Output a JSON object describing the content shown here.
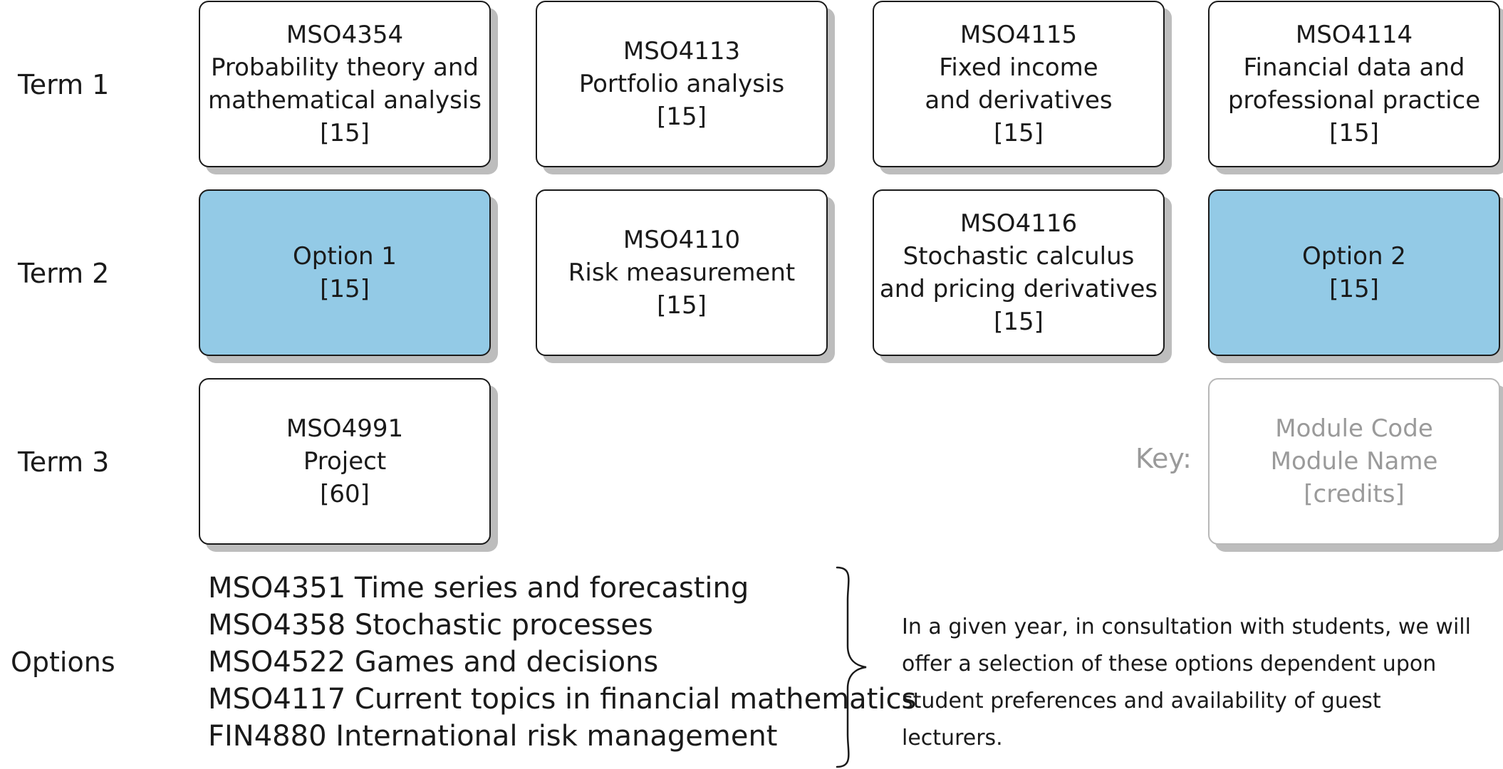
{
  "terms": [
    "Term 1",
    "Term 2",
    "Term 3"
  ],
  "modules": {
    "t1c1": {
      "code": "MSO4354",
      "name_line1": "Probability theory and",
      "name_line2": "mathematical analysis",
      "credits": "[15]"
    },
    "t1c2": {
      "code": "MSO4113",
      "name": "Portfolio analysis",
      "credits": "[15]"
    },
    "t1c3": {
      "code": "MSO4115",
      "name_line1": "Fixed income",
      "name_line2": "and derivatives",
      "credits": "[15]"
    },
    "t1c4": {
      "code": "MSO4114",
      "name_line1": "Financial data and",
      "name_line2": "professional practice",
      "credits": "[15]"
    },
    "t2c1": {
      "name": "Option 1",
      "credits": "[15]"
    },
    "t2c2": {
      "code": "MSO4110",
      "name": "Risk measurement",
      "credits": "[15]"
    },
    "t2c3": {
      "code": "MSO4116",
      "name_line1": "Stochastic calculus",
      "name_line2": "and pricing derivatives",
      "credits": "[15]"
    },
    "t2c4": {
      "name": "Option 2",
      "credits": "[15]"
    },
    "t3c1": {
      "code": "MSO4991",
      "name": "Project",
      "credits": "[60]"
    }
  },
  "key": {
    "label": "Key:",
    "code": "Module Code",
    "name": "Module Name",
    "credits": "[credits]"
  },
  "options": {
    "label": "Options",
    "items": [
      "MSO4351 Time series and forecasting",
      "MSO4358 Stochastic processes",
      "MSO4522 Games and decisions",
      "MSO4117 Current topics in financial mathematics",
      "FIN4880 International risk management"
    ],
    "note_lines": [
      "In a given year, in consultation with students, we will",
      "offer a selection of these options dependent upon",
      "student preferences and availability of guest lecturers."
    ]
  },
  "colors": {
    "option_fill": "#93cae6",
    "box_border": "#1a1a1a",
    "shadow": "#bdbdbd",
    "key_text": "#9a9a9a"
  }
}
